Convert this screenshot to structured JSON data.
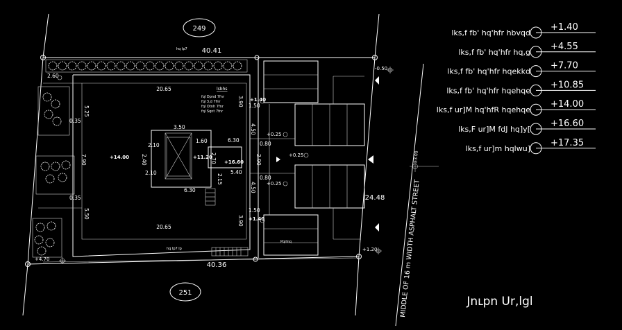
{
  "plot_labels": {
    "top": "249",
    "bottom": "251"
  },
  "frontage": {
    "top": "40.41",
    "bottom": "40.36",
    "right": "24.48"
  },
  "street": "MIDDLE OF 16 m WIDTH ASPHALT STREET",
  "drawing_title": "Jnւpn Ur,lgl",
  "dimensions": {
    "d_2_60": "2.60",
    "d_20_65_top": "20.65",
    "d_20_65_bottom": "20.65",
    "d_5_25": "5.25",
    "d_7_90": "7.90",
    "d_5_50": "5.50",
    "d_0_35_a": "0.35",
    "d_0_35_b": "0.35",
    "d_3_90_top": "3.90",
    "d_3_90_bottom": "3.90",
    "d_4_50_top": "4.50",
    "d_4_50_bottom": "4.50",
    "d_1_50_top": "1.50",
    "d_1_50_bottom": "1.50",
    "d_3_50": "3.50",
    "d_1_60": "1.60",
    "d_6_30_top": "6.30",
    "d_6_30_bottom": "6.30",
    "d_2_10_a": "2.10",
    "d_2_10_b": "2.10",
    "d_2_40": "2.40",
    "d_2_70": "2.70",
    "d_2_90": "2.90",
    "d_2_15": "2.15",
    "d_5_40": "5.40",
    "d_0_80_a": "0.80",
    "d_0_80_b": "0.80"
  },
  "levels": {
    "lv_center": "+14.00",
    "lv_mid": "+11.20",
    "lv_16_60": "+16.60",
    "lv_025_a": "+0.25",
    "lv_025_b": "+0.25",
    "lv_025_c": "+0.25",
    "lv_140_a": "+1.40",
    "lv_140_b": "+1.40",
    "lv_050": "-0.50",
    "lv_120": "+1.20",
    "lv_470": "+4.70"
  },
  "legend_title": "lsbhs",
  "legend_lines": [
    "fql Dpnd 7fnr",
    "fql 3,d 7fnr",
    "fql Otnh 7fnr",
    "fql Sqnt 7fnr"
  ],
  "small_notes": {
    "n_top": "hq lp7",
    "n_bottom": "hq lp7 lp",
    "n_right": "Pqrlnq"
  },
  "level_table": [
    {
      "value": "+1.40",
      "label": "lks,f fb' hq'hfr hbvqd"
    },
    {
      "value": "+4.55",
      "label": "lks,f fb' hq'hfr hq,g"
    },
    {
      "value": "+7.70",
      "label": "lks,f fb' hq'hfr hqekkd"
    },
    {
      "value": "+10.85",
      "label": "lks,f fb' hq'hfr hqehqe"
    },
    {
      "value": "+14.00",
      "label": "lks,f ur]M hq'hfR hqehqe"
    },
    {
      "value": "+16.60",
      "label": "lks,F ur]M fdJ hq]y["
    },
    {
      "value": "+17.35",
      "label": "lks,f ur]m hqlwu]"
    }
  ],
  "street_level": "±3.00"
}
